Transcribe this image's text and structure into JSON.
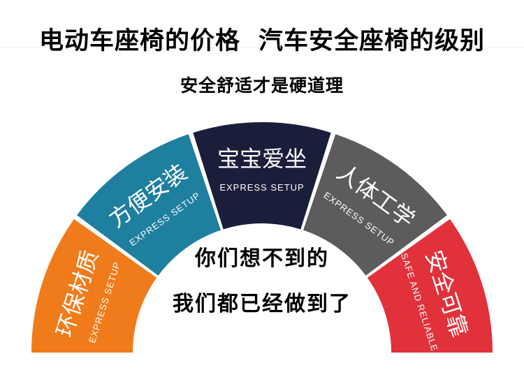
{
  "header": {
    "title_part1": "电动车座椅的价格",
    "title_part2": "汽车安全座椅的级别",
    "subtitle": "安全舒适才是硬道理"
  },
  "segments": [
    {
      "title": "环保材质",
      "sub": "EXPRESS SETUP",
      "color": "#f07b1b"
    },
    {
      "title": "方便安装",
      "sub": "EXPRESS SETUP",
      "color": "#1e7f9e"
    },
    {
      "title": "宝宝爱坐",
      "sub": "EXPRESS SETUP",
      "color": "#1b1e3a"
    },
    {
      "title": "人体工学",
      "sub": "EXPRESS SETUP",
      "color": "#5c5c5c"
    },
    {
      "title": "安全可靠",
      "sub": "SAFE AND RELIABLE",
      "color": "#e1313b"
    }
  ],
  "center": {
    "line1": "你们想不到的",
    "line2": "我们都已经做到了"
  }
}
